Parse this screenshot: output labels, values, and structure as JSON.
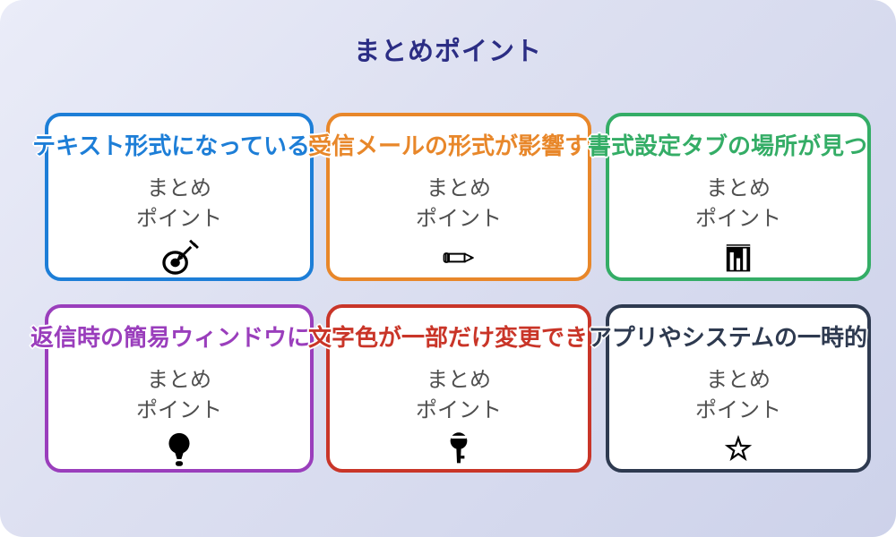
{
  "page": {
    "title": "まとめポイント",
    "background_gradient": [
      "#eaecf8",
      "#cdd2ea"
    ],
    "title_color": "#2b2d84"
  },
  "summary_label": {
    "line1": "まとめ",
    "line2": "ポイント"
  },
  "cards": [
    {
      "title": "テキスト形式になっている",
      "accent": "#1d7ed7",
      "icon": "dart-target-icon"
    },
    {
      "title": "受信メールの形式が影響す",
      "accent": "#e8872a",
      "icon": "pencil-icon"
    },
    {
      "title": "書式設定タブの場所が見つ",
      "accent": "#34ad66",
      "icon": "bar-chart-icon"
    },
    {
      "title": "返信時の簡易ウィンドウに",
      "accent": "#9a3ebc",
      "icon": "lightbulb-icon"
    },
    {
      "title": "文字色が一部だけ変更でき",
      "accent": "#c93528",
      "icon": "key-icon"
    },
    {
      "title": "アプリやシステムの一時的",
      "accent": "#2e3a50",
      "icon": "star-icon"
    }
  ],
  "text_colors": {
    "summary_text": "#4f4f4f"
  }
}
